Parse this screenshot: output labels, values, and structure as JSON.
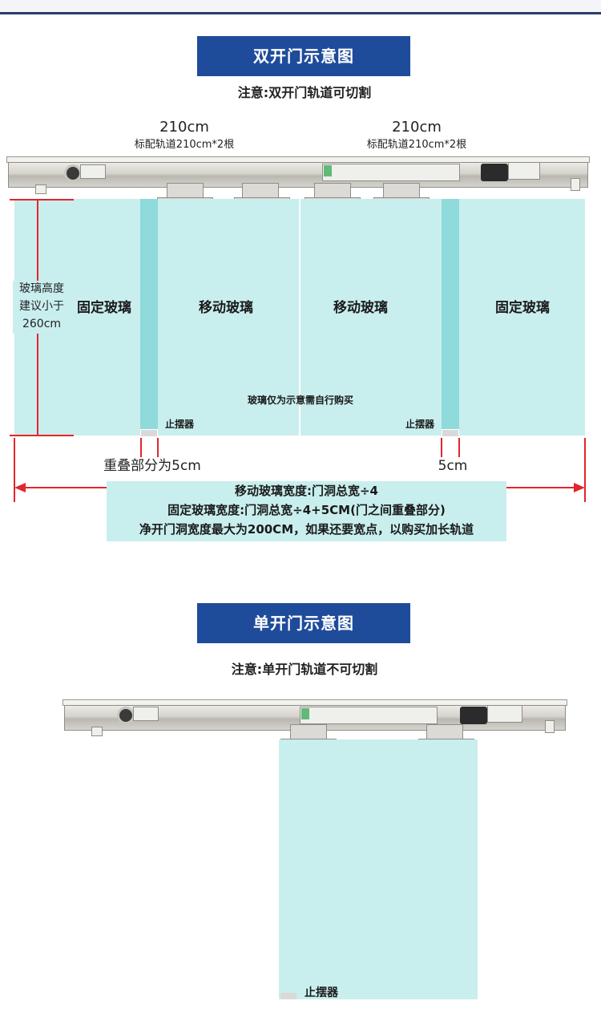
{
  "double": {
    "title": "双开门示意图",
    "note": "注意:双开门轨道可切割",
    "track_left_len": "210cm",
    "track_left_sub": "标配轨道210cm*2根",
    "track_right_len": "210cm",
    "track_right_sub": "标配轨道210cm*2根",
    "height_label_line1": "玻璃高度",
    "height_label_line2": "建议小于",
    "height_label_line3": "260cm",
    "panel_fixed_left": "固定玻璃",
    "panel_moving_left": "移动玻璃",
    "panel_moving_right": "移动玻璃",
    "panel_fixed_right": "固定玻璃",
    "glass_note": "玻璃仅为示意需自行购买",
    "stopper_left": "止摆器",
    "stopper_right": "止摆器",
    "overlap_left": "重叠部分为5cm",
    "overlap_right": "5cm",
    "formula_line1": "移动玻璃宽度:门洞总宽÷4",
    "formula_line2": "固定玻璃宽度:门洞总宽÷4+5CM(门之间重叠部分)",
    "formula_line3": "净开门洞宽度最大为200CM，如果还要宽点，以购买加长轨道"
  },
  "single": {
    "title": "单开门示意图",
    "note": "注意:单开门轨道不可切割",
    "stopper": "止摆器"
  },
  "colors": {
    "banner": "#1f4b9b",
    "glass": "#c9eeee",
    "dimension_red": "#e2262c"
  }
}
